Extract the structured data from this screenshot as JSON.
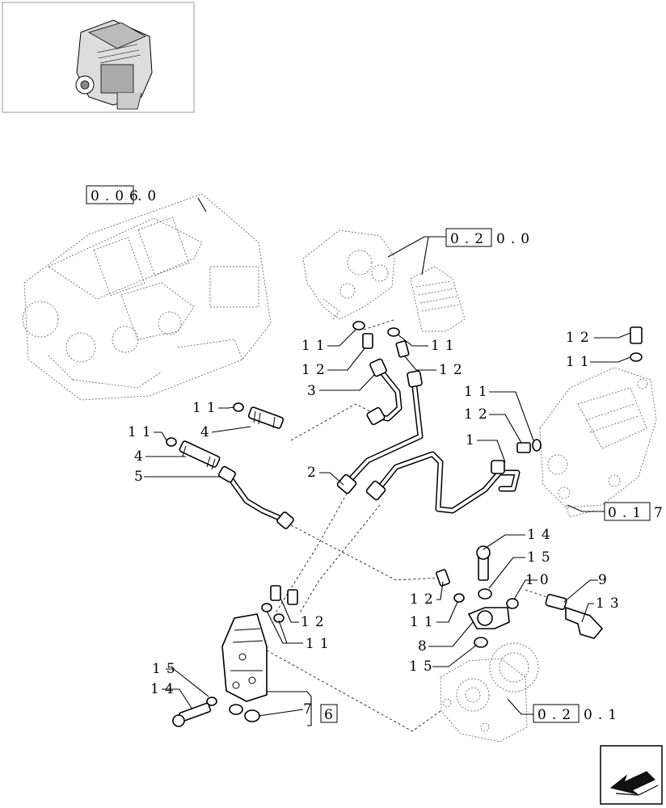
{
  "callouts": {
    "c1": "1",
    "c2": "2",
    "c3": "3",
    "c4a": "4",
    "c4b": "4",
    "c5": "5",
    "c7": "7",
    "c8": "8",
    "c9": "9",
    "c10": "10",
    "c11a": "11",
    "c11b": "11",
    "c11c": "11",
    "c11d": "11",
    "c11e": "11",
    "c11f": "11",
    "c11g": "11",
    "c12a": "12",
    "c12b": "12",
    "c12c": "12",
    "c12d": "12",
    "c12e": "12",
    "c12f": "12",
    "c13": "13",
    "c14a": "14",
    "c14b": "14",
    "c15a": "15",
    "c15b": "15",
    "c15c": "15"
  },
  "references": {
    "r060_box": "0.06",
    "r060_tail": ".0",
    "r200_box": "0.2",
    "r200_tail": "0.0",
    "r017_box": "0.1",
    "r017_tail": "7",
    "r201_box": "0.2",
    "r201_tail": "0.1",
    "r6_box": "6"
  },
  "icons": {
    "thumbnail": "engine-thumbnail-icon",
    "nav": "next-page-arrow-icon"
  }
}
